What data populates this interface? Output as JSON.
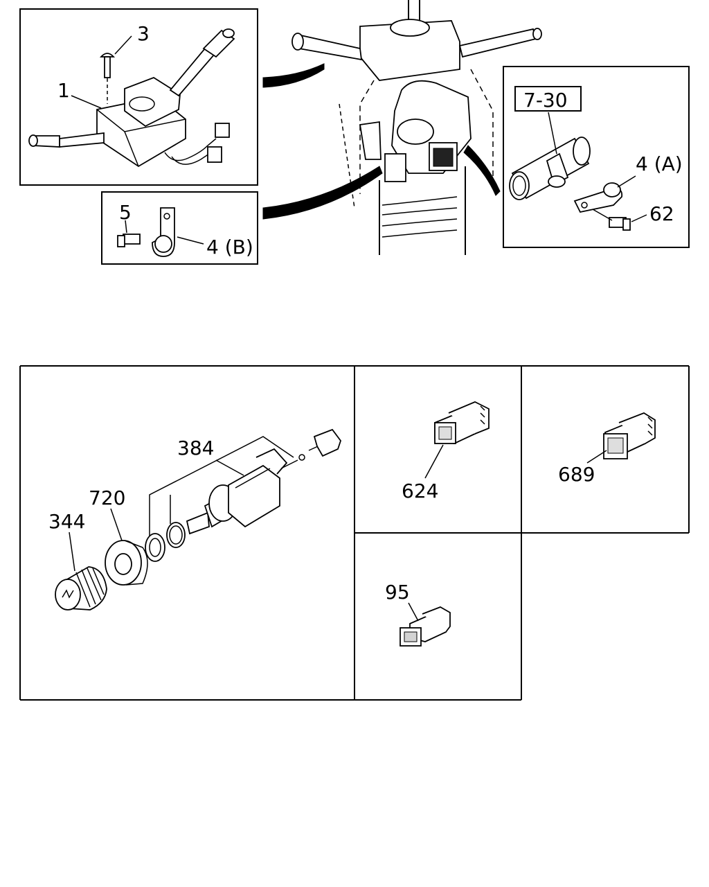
{
  "labels": {
    "p1": "1",
    "p3": "3",
    "p5": "5",
    "p4b": "4 (B)",
    "p730": "7-30",
    "p4a": "4 (A)",
    "p62": "62",
    "p384": "384",
    "p720": "720",
    "p344": "344",
    "p624": "624",
    "p689": "689",
    "p95": "95"
  }
}
